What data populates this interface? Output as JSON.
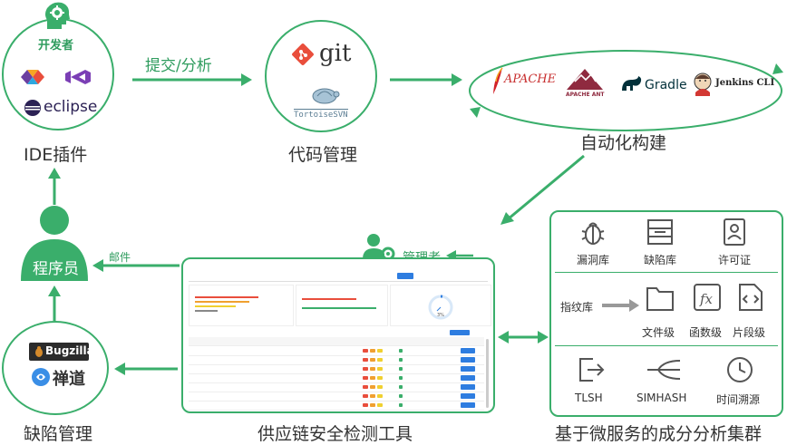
{
  "colors": {
    "accent": "#3aae6b",
    "text": "#333333",
    "button": "#2e7de0"
  },
  "developer": {
    "label": "开发者",
    "icons": [
      "gear-head-icon",
      "visual-studio-code-icon",
      "visual-studio-icon"
    ],
    "eclipse": "eclipse"
  },
  "ide": {
    "label": "IDE插件"
  },
  "submit": {
    "label": "提交/分析"
  },
  "scm": {
    "git": "git",
    "svn": "TortoiseSVN",
    "label": "代码管理"
  },
  "build": {
    "apache": "APACHE",
    "ant": "APACHE ANT",
    "gradle": "Gradle",
    "jenkins": "Jenkins CLI",
    "label": "自动化构建"
  },
  "programmer": {
    "label": "程序员",
    "mail": "邮件"
  },
  "defect": {
    "bugzilla": "Bugzilla",
    "chandao": "禅道",
    "label": "缺陷管理"
  },
  "tool": {
    "admin": "管理者",
    "label": "供应链安全检测工具",
    "gauge_value": "3%"
  },
  "cluster": {
    "label": "基于微服务的成分分析集群",
    "top": [
      "漏洞库",
      "缺陷库",
      "许可证"
    ],
    "fingerprint": "指纹库",
    "levels": [
      "文件级",
      "函数级",
      "片段级"
    ],
    "bottom": [
      "TLSH",
      "SIMHASH",
      "时间溯源"
    ]
  }
}
